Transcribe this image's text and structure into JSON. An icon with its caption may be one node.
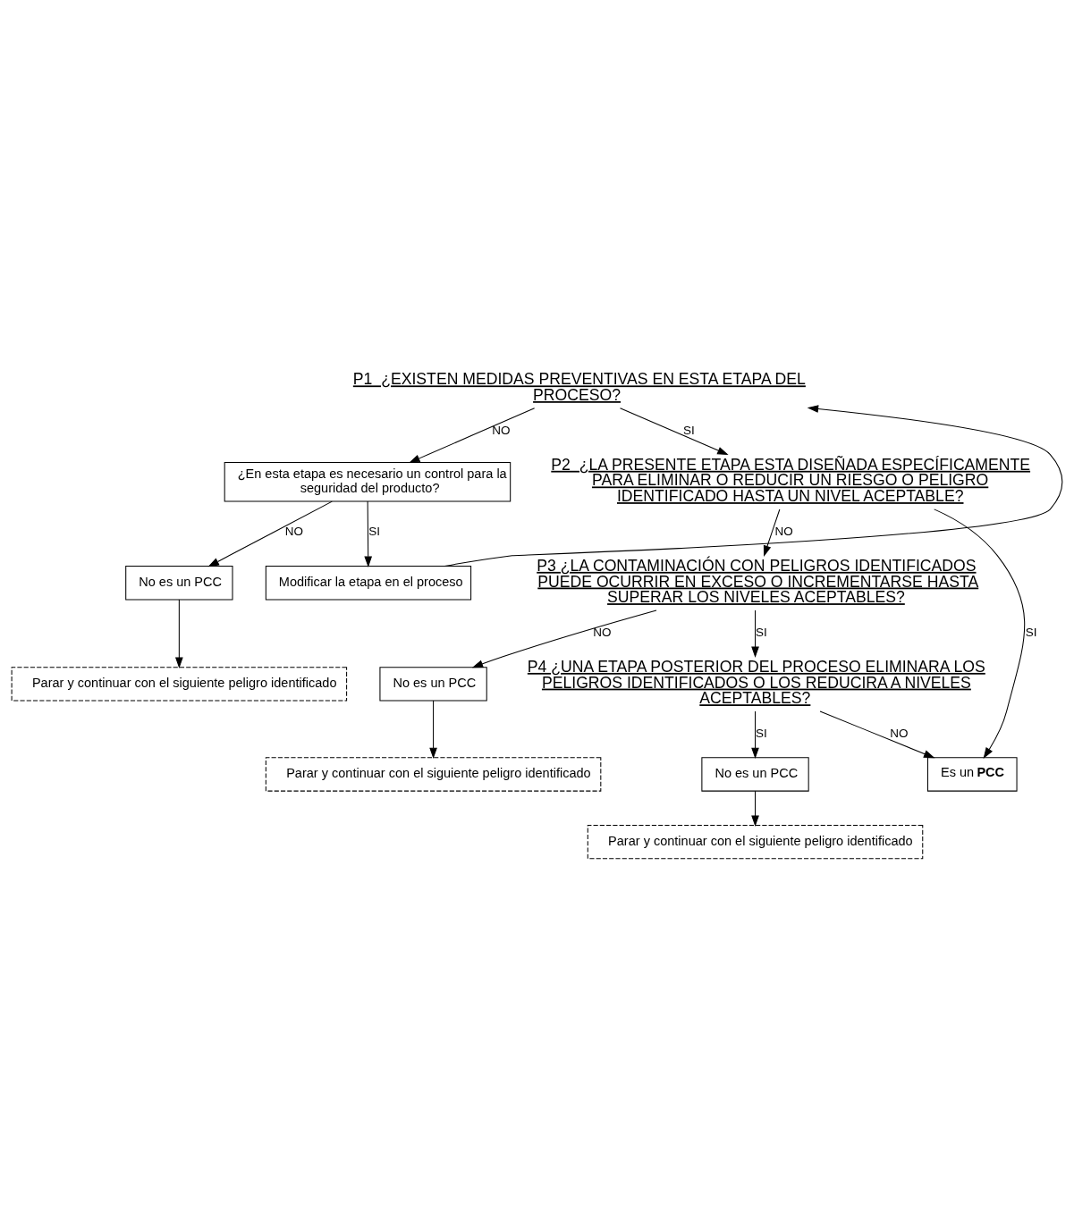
{
  "diagram": {
    "nodes": [
      {
        "text": [
          "P1  ¿EXISTEN MEDIDAS PREVENTIVAS EN ESTA ETAPA DEL PROCESO?"
        ]
      },
      {
        "text": [
          "¿En esta etapa es necesario un control para la seguridad del producto?"
        ]
      },
      {
        "text": [
          "No es un PCC"
        ]
      },
      {
        "text": [
          "Modificar la etapa en el proceso"
        ]
      },
      {
        "text": [
          "Parar y continuar con el siguiente peligro identificado"
        ]
      },
      {
        "text": [
          "P2  ¿LA PRESENTE ETAPA ESTA DISEÑADA ESPECÍFICAMENTE PARA ELIMINAR O REDUCIR UN RIESGO O PELIGRO IDENTIFICADO HASTA UN NIVEL ACEPTABLE?"
        ]
      },
      {
        "text": [
          "P3 ¿LA CONTAMINACIÓN CON PELIGROS IDENTIFICADOS PUEDE OCURRIR EN EXCESO O INCREMENTARSE HASTA SUPERAR LOS NIVELES ACEPTABLES?"
        ]
      },
      {
        "text": [
          "No es un PCC"
        ]
      },
      {
        "text": [
          "Parar y continuar con el siguiente peligro identificado"
        ]
      },
      {
        "text": [
          "P4 ¿UNA ETAPA POSTERIOR DEL PROCESO ELIMINARA LOS PELIGROS IDENTIFICADOS O LOS REDUCIRA A NIVELES ACEPTABLES?"
        ]
      },
      {
        "text": [
          "No es un PCC"
        ]
      },
      {
        "text": [
          "Parar y continuar con el siguiente peligro identificado"
        ]
      },
      {
        "text": [
          "Es un **PCC**"
        ]
      }
    ],
    "edges": [
      {
        "from": 0,
        "to": 1,
        "arrow": "to",
        "label": "NO"
      },
      {
        "from": 1,
        "to": 2,
        "arrow": "to",
        "label": "NO"
      },
      {
        "from": 1,
        "to": 3,
        "arrow": "to",
        "label": "SI"
      },
      {
        "from": 3,
        "to": 0,
        "arrow": "to"
      },
      {
        "from": 2,
        "to": 4,
        "arrow": "to"
      },
      {
        "from": 0,
        "to": 5,
        "arrow": "to",
        "label": "SI"
      },
      {
        "from": 5,
        "to": 6,
        "arrow": "to",
        "label": "NO"
      },
      {
        "from": 6,
        "to": 7,
        "arrow": "to",
        "label": "NO"
      },
      {
        "from": 7,
        "to": 8,
        "arrow": "to"
      },
      {
        "from": 6,
        "to": 9,
        "arrow": "to",
        "label": "SI"
      },
      {
        "from": 5,
        "to": 12,
        "arrow": "to",
        "label": "SI"
      },
      {
        "from": 9,
        "to": 12,
        "arrow": "to",
        "label": "NO"
      },
      {
        "from": 9,
        "to": 10,
        "arrow": "to",
        "label": "SI"
      },
      {
        "from": 10,
        "to": 11,
        "arrow": "to"
      }
    ]
  }
}
